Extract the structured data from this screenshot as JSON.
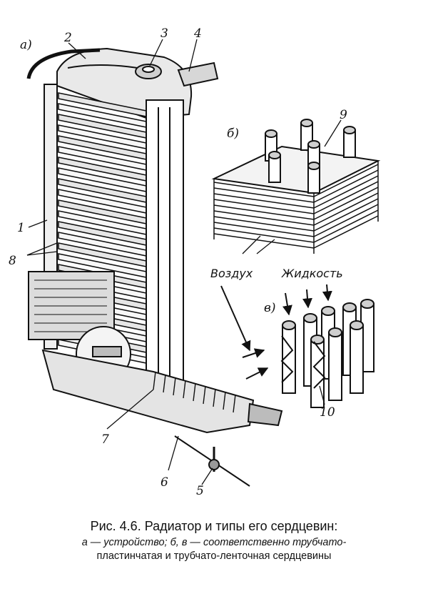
{
  "figure": {
    "part_labels": {
      "a": "а)",
      "b": "б)",
      "v": "в)"
    },
    "callouts": [
      "1",
      "2",
      "3",
      "4",
      "5",
      "6",
      "7",
      "8",
      "9",
      "10"
    ],
    "words": {
      "air": "Воздух",
      "liquid": "Жидкость"
    }
  },
  "caption": {
    "title": "Рис. 4.6. Радиатор и типы его сердцевин:",
    "line1": "а — устройство; б, в — соответственно трубчато-",
    "line2": "пластинчатая и трубчато-ленточная сердцевины"
  }
}
